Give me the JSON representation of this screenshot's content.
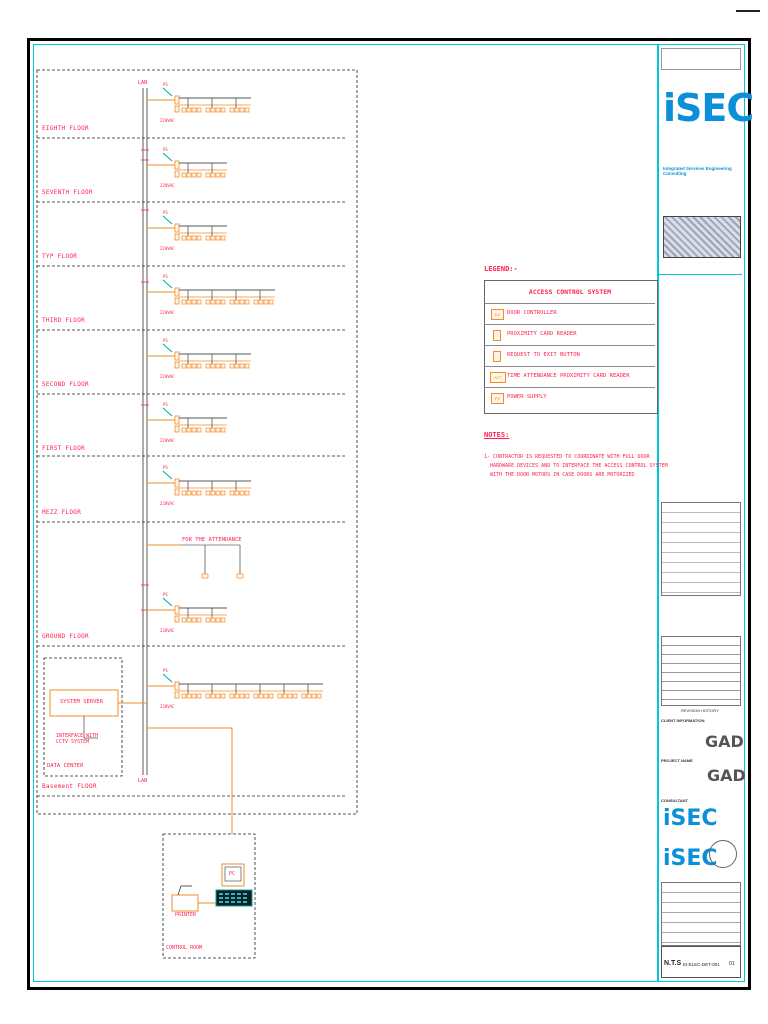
{
  "floors": [
    {
      "id": "eighth",
      "label": "EIGHTH FLOOR"
    },
    {
      "id": "seventh",
      "label": "SEVENTH FLOOR"
    },
    {
      "id": "typ",
      "label": "TYP FLOOR"
    },
    {
      "id": "third",
      "label": "THIRD FLOOR"
    },
    {
      "id": "second",
      "label": "SECOND FLOOR"
    },
    {
      "id": "first",
      "label": "FIRST FLOOR"
    },
    {
      "id": "mezz",
      "label": "MEZZ FLOOR"
    },
    {
      "id": "ground",
      "label": "GROUND FLOOR"
    },
    {
      "id": "basement",
      "label": "Basement FLOOR"
    }
  ],
  "riser": {
    "top_label": "LAN",
    "bottom_label": "LAN",
    "supply_label": "220VAC",
    "ps_label": "PS"
  },
  "attendance_note": "FOR THE ATTENDANCE",
  "data_center": {
    "server": "SYSTEM SERVER",
    "interface": "INTERFACE WITH CCTV SYSTEM",
    "label": "DATA CENTER"
  },
  "control_room": {
    "label": "CONTROL ROOM",
    "printer": "PRINTER",
    "pc": "PC"
  },
  "legend": {
    "title": "LEGEND:-",
    "heading": "ACCESS CONTROL SYSTEM",
    "items": [
      {
        "sym": "DC",
        "text": "DOOR CONTROLLER"
      },
      {
        "sym": "",
        "text": "PROXIMITY CARD READER"
      },
      {
        "sym": "",
        "text": "REQUEST TO EXIT BUTTON"
      },
      {
        "sym": "ATT",
        "text": "TIME ATTENDANCE PROXIMITY CARD READER"
      },
      {
        "sym": "PS",
        "text": "POWER SUPPLY"
      }
    ]
  },
  "notes": {
    "title": "NOTES:",
    "lines": [
      "1- CONTRACTOR IS REQUESTED TO COORDINATE WITH FULL DOOR",
      "HARDWARE DEVICES AND TO INTERFACE THE ACCESS CONTROL SYSTEM",
      "WITH THE DOOR MOTORS IN CASE DOORS ARE MOTORIZED"
    ]
  },
  "title_block": {
    "firm": "iSEC",
    "firm_tagline": "Integrated Services Engineering Consulting",
    "client_info": "CLIENT INFORMATION",
    "client_logo": "GAD",
    "project_name": "PROJECT NAME",
    "consultant": "CONSULTANT",
    "scale": "N.T.S",
    "drawing_no": "EI-ELEC-DET-001",
    "rev": "01",
    "revision_history": "REVISION HISTORY"
  },
  "colors": {
    "frame": "#000000",
    "cyan": "#00c8d8",
    "orange": "#f28c28",
    "red": "#ff1f4d",
    "teal": "#00a6a6"
  }
}
